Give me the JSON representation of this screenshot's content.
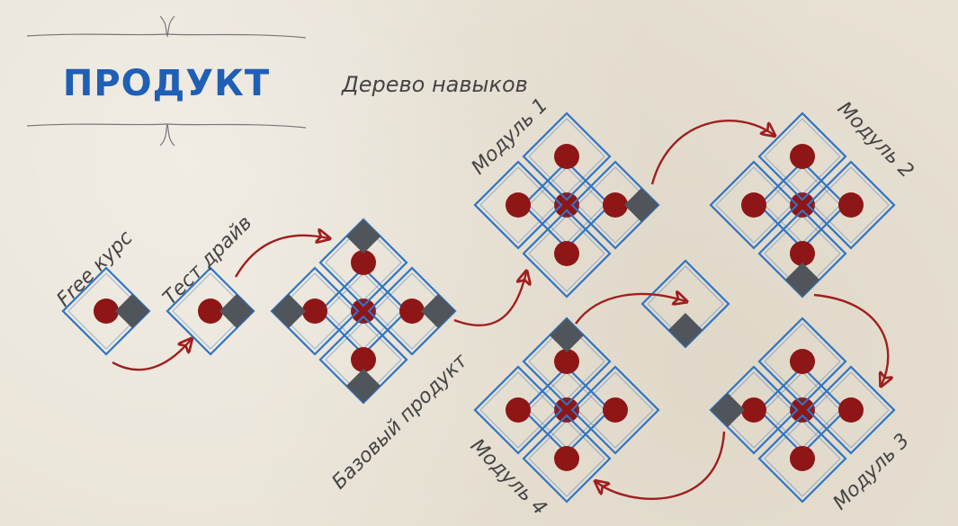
{
  "banner": {
    "title": "ПРОДУКТ"
  },
  "subtitle": "Дерево навыков",
  "labels": {
    "free": "Free курс",
    "test": "Тест драйв",
    "base": "Базовый продукт",
    "m1": "Модуль 1",
    "m2": "Модуль 2",
    "m3": "Модуль 3",
    "m4": "Модуль 4"
  },
  "colors": {
    "title": "#1f5fb4",
    "box": "#2f74c4",
    "dot": "#8e1616",
    "connector": "#50555c",
    "arrow": "#a01e1e",
    "ink": "#444444"
  }
}
